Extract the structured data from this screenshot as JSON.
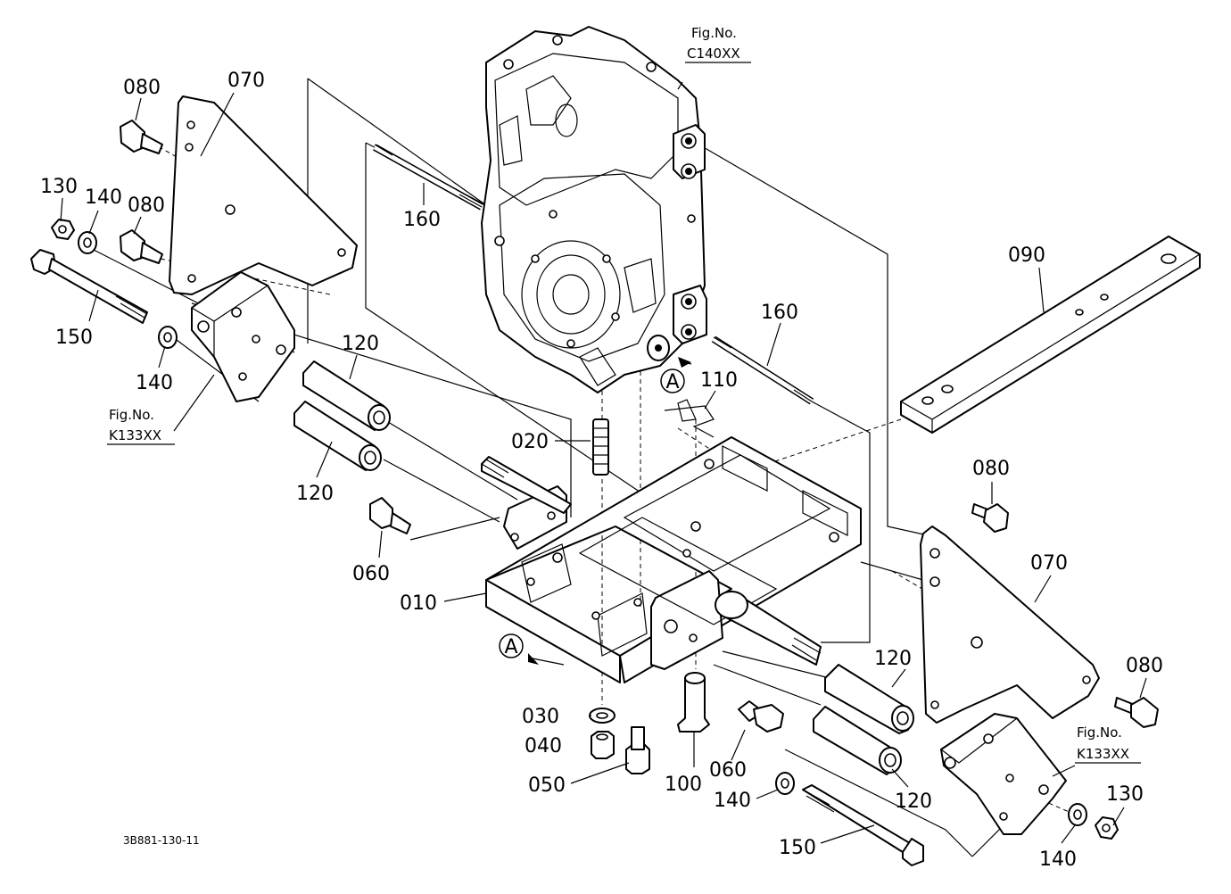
{
  "drawing_code": "3B881-130-11",
  "callouts": [
    {
      "id": "c-080-a",
      "text": "080"
    },
    {
      "id": "c-070-a",
      "text": "070"
    },
    {
      "id": "c-130-a",
      "text": "130"
    },
    {
      "id": "c-140-a",
      "text": "140"
    },
    {
      "id": "c-080-b",
      "text": "080"
    },
    {
      "id": "c-150-a",
      "text": "150"
    },
    {
      "id": "c-140-b",
      "text": "140"
    },
    {
      "id": "c-160-a",
      "text": "160"
    },
    {
      "id": "c-120-a",
      "text": "120"
    },
    {
      "id": "c-120-b",
      "text": "120"
    },
    {
      "id": "c-060-a",
      "text": "060"
    },
    {
      "id": "c-010",
      "text": "010"
    },
    {
      "id": "c-020",
      "text": "020"
    },
    {
      "id": "c-160-b",
      "text": "160"
    },
    {
      "id": "c-110",
      "text": "110"
    },
    {
      "id": "c-090",
      "text": "090"
    },
    {
      "id": "c-080-c",
      "text": "080"
    },
    {
      "id": "c-070-b",
      "text": "070"
    },
    {
      "id": "c-080-d",
      "text": "080"
    },
    {
      "id": "c-120-c",
      "text": "120"
    },
    {
      "id": "c-120-d",
      "text": "120"
    },
    {
      "id": "c-030",
      "text": "030"
    },
    {
      "id": "c-040",
      "text": "040"
    },
    {
      "id": "c-050",
      "text": "050"
    },
    {
      "id": "c-100",
      "text": "100"
    },
    {
      "id": "c-060-b",
      "text": "060"
    },
    {
      "id": "c-140-c",
      "text": "140"
    },
    {
      "id": "c-150-b",
      "text": "150"
    },
    {
      "id": "c-140-d",
      "text": "140"
    },
    {
      "id": "c-130-b",
      "text": "130"
    }
  ],
  "figure_refs": [
    {
      "id": "fig-c140",
      "line1": "Fig.No.",
      "line2": "C140XX"
    },
    {
      "id": "fig-k133-left",
      "line1": "Fig.No.",
      "line2": "K133XX"
    },
    {
      "id": "fig-k133-right",
      "line1": "Fig.No.",
      "line2": "K133XX"
    }
  ],
  "view_markers": [
    {
      "id": "marker-a-top",
      "letter": "A"
    },
    {
      "id": "marker-a-bottom",
      "letter": "A"
    }
  ]
}
